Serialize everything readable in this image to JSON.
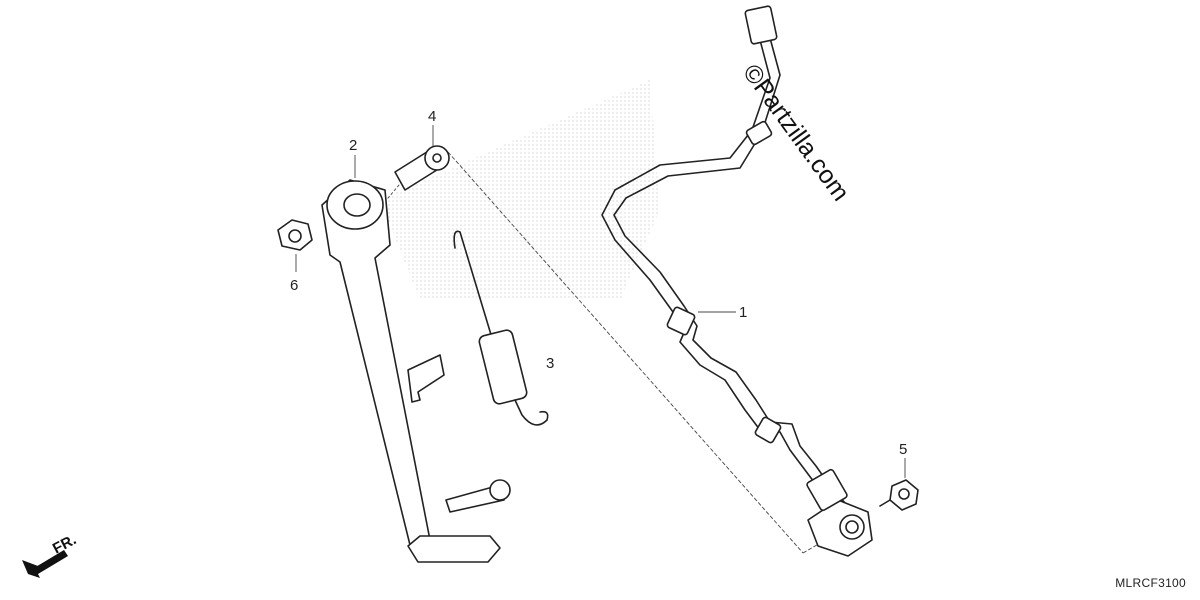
{
  "diagram": {
    "callouts": [
      {
        "id": "1",
        "label": "1"
      },
      {
        "id": "2",
        "label": "2"
      },
      {
        "id": "3",
        "label": "3"
      },
      {
        "id": "4",
        "label": "4"
      },
      {
        "id": "5",
        "label": "5"
      },
      {
        "id": "6",
        "label": "6"
      }
    ],
    "watermark": "©Partzilla.com",
    "direction_label": "FR.",
    "diagram_code": "MLRCF3100"
  }
}
